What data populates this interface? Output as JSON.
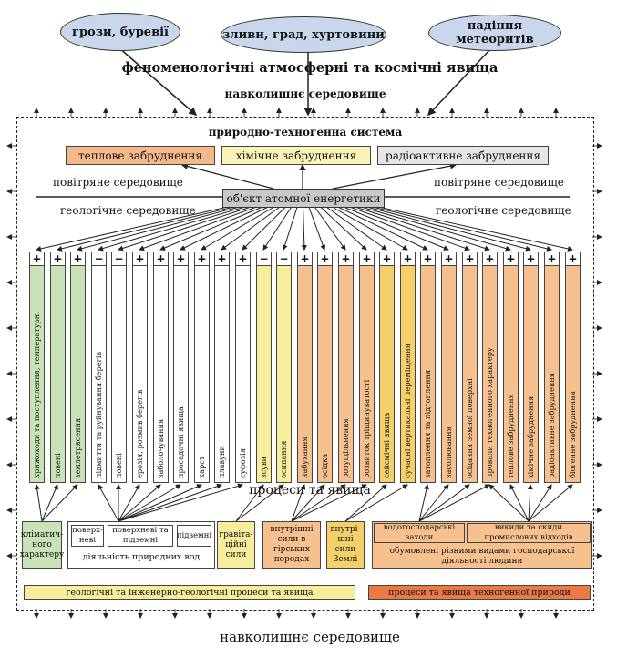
{
  "top_ellipses": [
    {
      "label": "грози, буревії"
    },
    {
      "label": "зливи, град, хуртовини"
    },
    {
      "label": "падіння метеоритів"
    }
  ],
  "phenomena_title": "феноменологічні атмосферні та космічні явища",
  "environment_top": "навколишнє середовище",
  "system_title": "природно-техногенна система",
  "pollution": [
    {
      "label": "теплове забруднення",
      "color": "#f4b98a"
    },
    {
      "label": "хімічне забруднення",
      "color": "#fbf4b8"
    },
    {
      "label": "радіоактивне забруднення",
      "color": "#e6e6e6"
    }
  ],
  "center_object": "об'єкт атомної енергетики",
  "air_env_left": "повітряне середовище",
  "geo_env_left": "геологічне середовище",
  "air_env_right": "повітряне середовище",
  "geo_env_right": "геологічне середовище",
  "columns": [
    {
      "sign": "+",
      "label": "крижоходи та поступлення, температурні",
      "color": "#c9e2b8"
    },
    {
      "sign": "+",
      "label": "повені",
      "color": "#c9e2b8"
    },
    {
      "sign": "+",
      "label": "землетрясення",
      "color": "#c9e2b8"
    },
    {
      "sign": "−",
      "label": "підмиття та руйнування берегів",
      "color": "#ffffff"
    },
    {
      "sign": "−",
      "label": "повені",
      "color": "#ffffff"
    },
    {
      "sign": "+",
      "label": "ерозія, розмив берегів",
      "color": "#ffffff"
    },
    {
      "sign": "+",
      "label": "заболочування",
      "color": "#ffffff"
    },
    {
      "sign": "+",
      "label": "просадочні явища",
      "color": "#ffffff"
    },
    {
      "sign": "+",
      "label": "карст",
      "color": "#ffffff"
    },
    {
      "sign": "+",
      "label": "плавуни",
      "color": "#ffffff"
    },
    {
      "sign": "+",
      "label": "суфозія",
      "color": "#ffffff"
    },
    {
      "sign": "−",
      "label": "зсуви",
      "color": "#f6ee9c"
    },
    {
      "sign": "−",
      "label": "осипання",
      "color": "#f6ee9c"
    },
    {
      "sign": "+",
      "label": "набухання",
      "color": "#f7c18f"
    },
    {
      "sign": "+",
      "label": "осідка",
      "color": "#f7c18f"
    },
    {
      "sign": "+",
      "label": "розущільнення",
      "color": "#f7c18f"
    },
    {
      "sign": "+",
      "label": "розвиток тріщинуватості",
      "color": "#f7c18f"
    },
    {
      "sign": "+",
      "label": "сейсмічні явища",
      "color": "#f5cf6a"
    },
    {
      "sign": "+",
      "label": "сучасні вертикальні переміщення",
      "color": "#f5cf6a"
    },
    {
      "sign": "+",
      "label": "затоплення та підтоплення",
      "color": "#f7c18f"
    },
    {
      "sign": "+",
      "label": "засолювання",
      "color": "#f7c18f"
    },
    {
      "sign": "+",
      "label": "осідання земної поверхні",
      "color": "#f7c18f"
    },
    {
      "sign": "+",
      "label": "провали техногенного характеру",
      "color": "#f7c18f"
    },
    {
      "sign": "+",
      "label": "теплове забруднення",
      "color": "#f7c18f"
    },
    {
      "sign": "+",
      "label": "хімічне забруднення",
      "color": "#f7c18f"
    },
    {
      "sign": "+",
      "label": "радіоактивне забруднення",
      "color": "#f7c18f"
    },
    {
      "sign": "+",
      "label": "біогенне забруднення",
      "color": "#f7c18f"
    }
  ],
  "processes_title": "процеси та явища",
  "bottom": {
    "climate": "кліматич-\nного\nхарактеру",
    "surface": "поверх-\nневі",
    "surface_under": "поверхневі та\nпідземні",
    "underground": "підземні",
    "natural_waters": "діяльність природних вод",
    "gravity": "гравіта-\nційні\nсили",
    "internal_mountain": "внутрішні\nсили в\nгірських\nпородах",
    "internal_earth": "внутрі-\nшні\nсили\nЗемлі",
    "water_measures": "водогосподарські\nзаходи",
    "emissions": "викиди та скиди\nпромислових відходів",
    "caused_by": "обумовлені різними видами господарської\nдіяльності людини",
    "geo_processes": "геологічні та інженерно-геологічні процеси та явища",
    "tech_processes": "процеси та явища техногенної природи"
  },
  "environment_bottom": "навколишнє середовище"
}
